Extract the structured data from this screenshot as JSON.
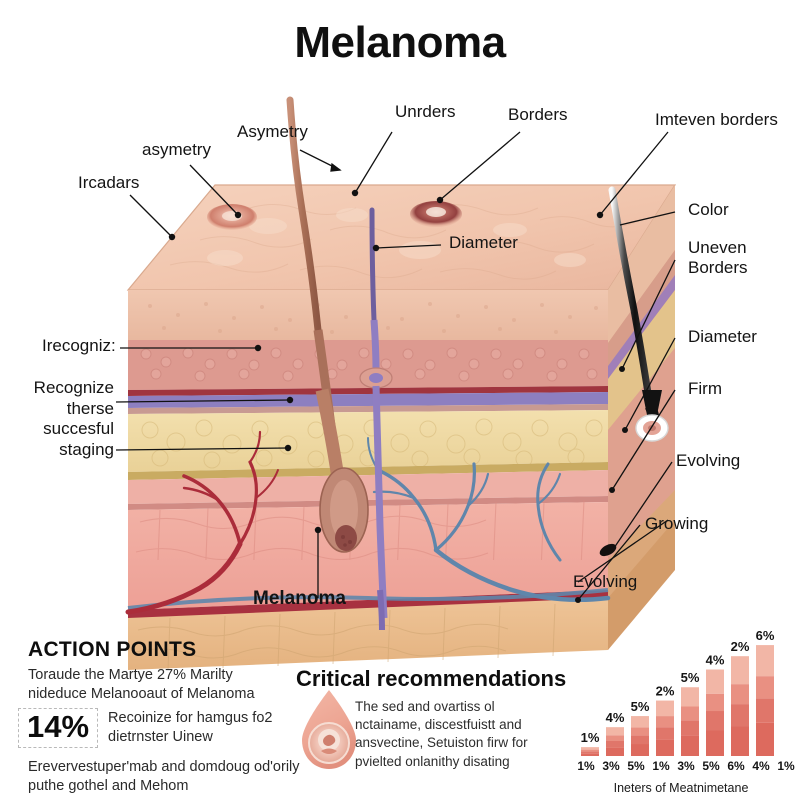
{
  "title": "Melanoma",
  "diagram": {
    "labels": {
      "asymetry_top": "Asymetry",
      "asymetry_low": "asymetry",
      "unrders": "Unrders",
      "borders": "Borders",
      "inteven_borders": "Imteven borders",
      "ircadars": "Ircadars",
      "color": "Color",
      "uneven_borders": "Uneven\nBorders",
      "diameter_center": "Diameter",
      "diameter_right": "Diameter",
      "irecogniz": "Irecogniz:",
      "recognize_block": "Recognize\ntherse\nsuccesful\nstaging",
      "firm": "Firm",
      "evolving_right": "Evolving",
      "growing": "Growing",
      "evolving_low": "Evolving",
      "melanoma": "Melanoma"
    }
  },
  "action_points": {
    "heading": "ACTION POINTS",
    "subtext": "Toraude the Martye 27% Marilty nideduce Melanooaut of Melanoma",
    "stat": "14%",
    "stat_note": "Recoinize for hamgus fo2 dietrnster Uinew",
    "footer": "Erevervestuper'mab and domdoug od'orily puthe gothel and Mehom"
  },
  "recommendations": {
    "heading": "Critical recommendations",
    "body": "The sed and ovartiss ol nctainame, discestfuistt and ansvectine, Setuiston firw for pvielted onlanithy disating",
    "icon": "teardrop-mole-icon"
  },
  "chart_data": {
    "type": "bar",
    "title": "",
    "xlabel": "Ineters of Meatnimetane",
    "ylabel": "",
    "categories": [
      "1%",
      "3%",
      "5%",
      "1%",
      "3%",
      "5%",
      "6%",
      "4%",
      "1%"
    ],
    "bar_labels": [
      "1%",
      "4%",
      "5%",
      "2%",
      "5%",
      "4%",
      "2%",
      "6%"
    ],
    "values": [
      8,
      26,
      36,
      50,
      62,
      78,
      90,
      100
    ],
    "ylim": [
      0,
      110
    ],
    "grid": false,
    "legend": false,
    "colors": {
      "top": "#f2b6a6",
      "mid": "#e99082",
      "low": "#e0766a",
      "base": "#dd6a5e"
    }
  },
  "palette": {
    "epidermis_top": "#f0c3ac",
    "epidermis_face": "#eec4ad",
    "granular": "#e2a999",
    "dermis_papillary": "#e9a29a",
    "dermis_band": "#d98f88",
    "vessel_purple": "#8d7fc0",
    "fat_layer": "#edd5a4",
    "reticular": "#efa99f",
    "hypodermis": "#e8b97f",
    "artery_red": "#b3303c",
    "vein_blue": "#5f86ab",
    "hair_dark": "#1c1c1c",
    "hair_brown": "#a9705a",
    "follicle_purple": "#8f7ec2"
  }
}
